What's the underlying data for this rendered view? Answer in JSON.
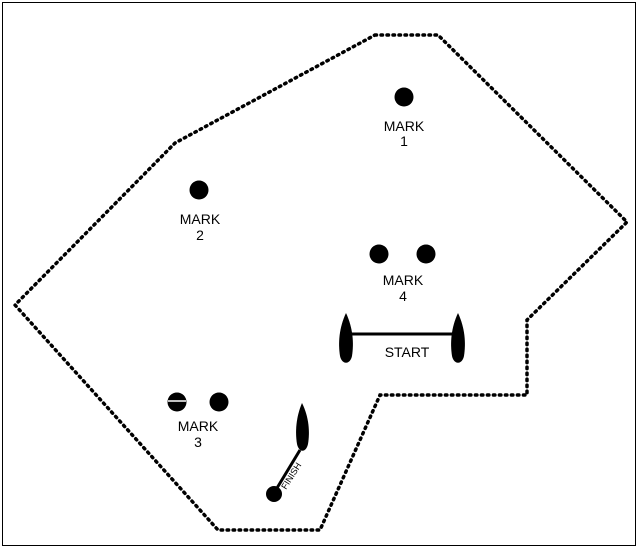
{
  "diagram": {
    "marks": [
      {
        "id": "mark-1",
        "line1": "MARK",
        "line2": "1"
      },
      {
        "id": "mark-2",
        "line1": "MARK",
        "line2": "2"
      },
      {
        "id": "mark-3",
        "line1": "MARK",
        "line2": "3"
      },
      {
        "id": "mark-4",
        "line1": "MARK",
        "line2": "4"
      }
    ],
    "start_label": "START",
    "finish_label": "FINISH",
    "colors": {
      "ink": "#000000",
      "background": "#ffffff"
    }
  }
}
